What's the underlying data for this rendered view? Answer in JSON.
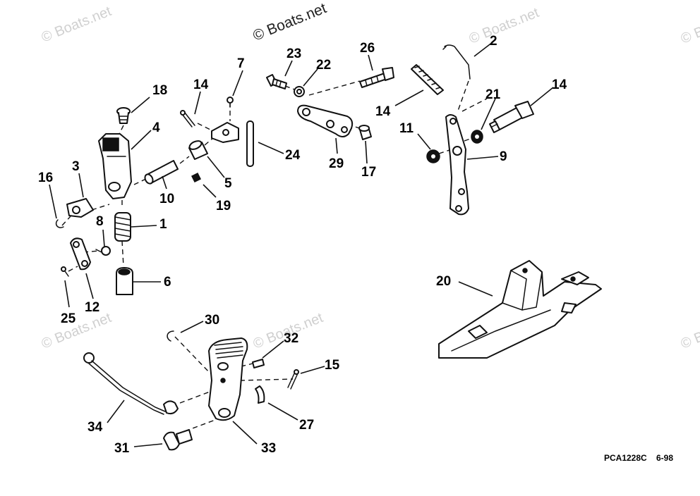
{
  "watermark": "© Boats.net",
  "drawing_code": "PCA1228C",
  "drawing_date": "6-98",
  "labels": {
    "l1": "1",
    "l2": "2",
    "l3": "3",
    "l4": "4",
    "l5": "5",
    "l6": "6",
    "l7": "7",
    "l8": "8",
    "l9": "9",
    "l10": "10",
    "l11": "11",
    "l12": "12",
    "l14a": "14",
    "l14b": "14",
    "l14c": "14",
    "l15": "15",
    "l16": "16",
    "l17": "17",
    "l18": "18",
    "l19": "19",
    "l20": "20",
    "l21": "21",
    "l22": "22",
    "l23": "23",
    "l24": "24",
    "l25": "25",
    "l26": "26",
    "l27": "27",
    "l29": "29",
    "l30": "30",
    "l31": "31",
    "l32": "32",
    "l33": "33",
    "l34": "34"
  }
}
